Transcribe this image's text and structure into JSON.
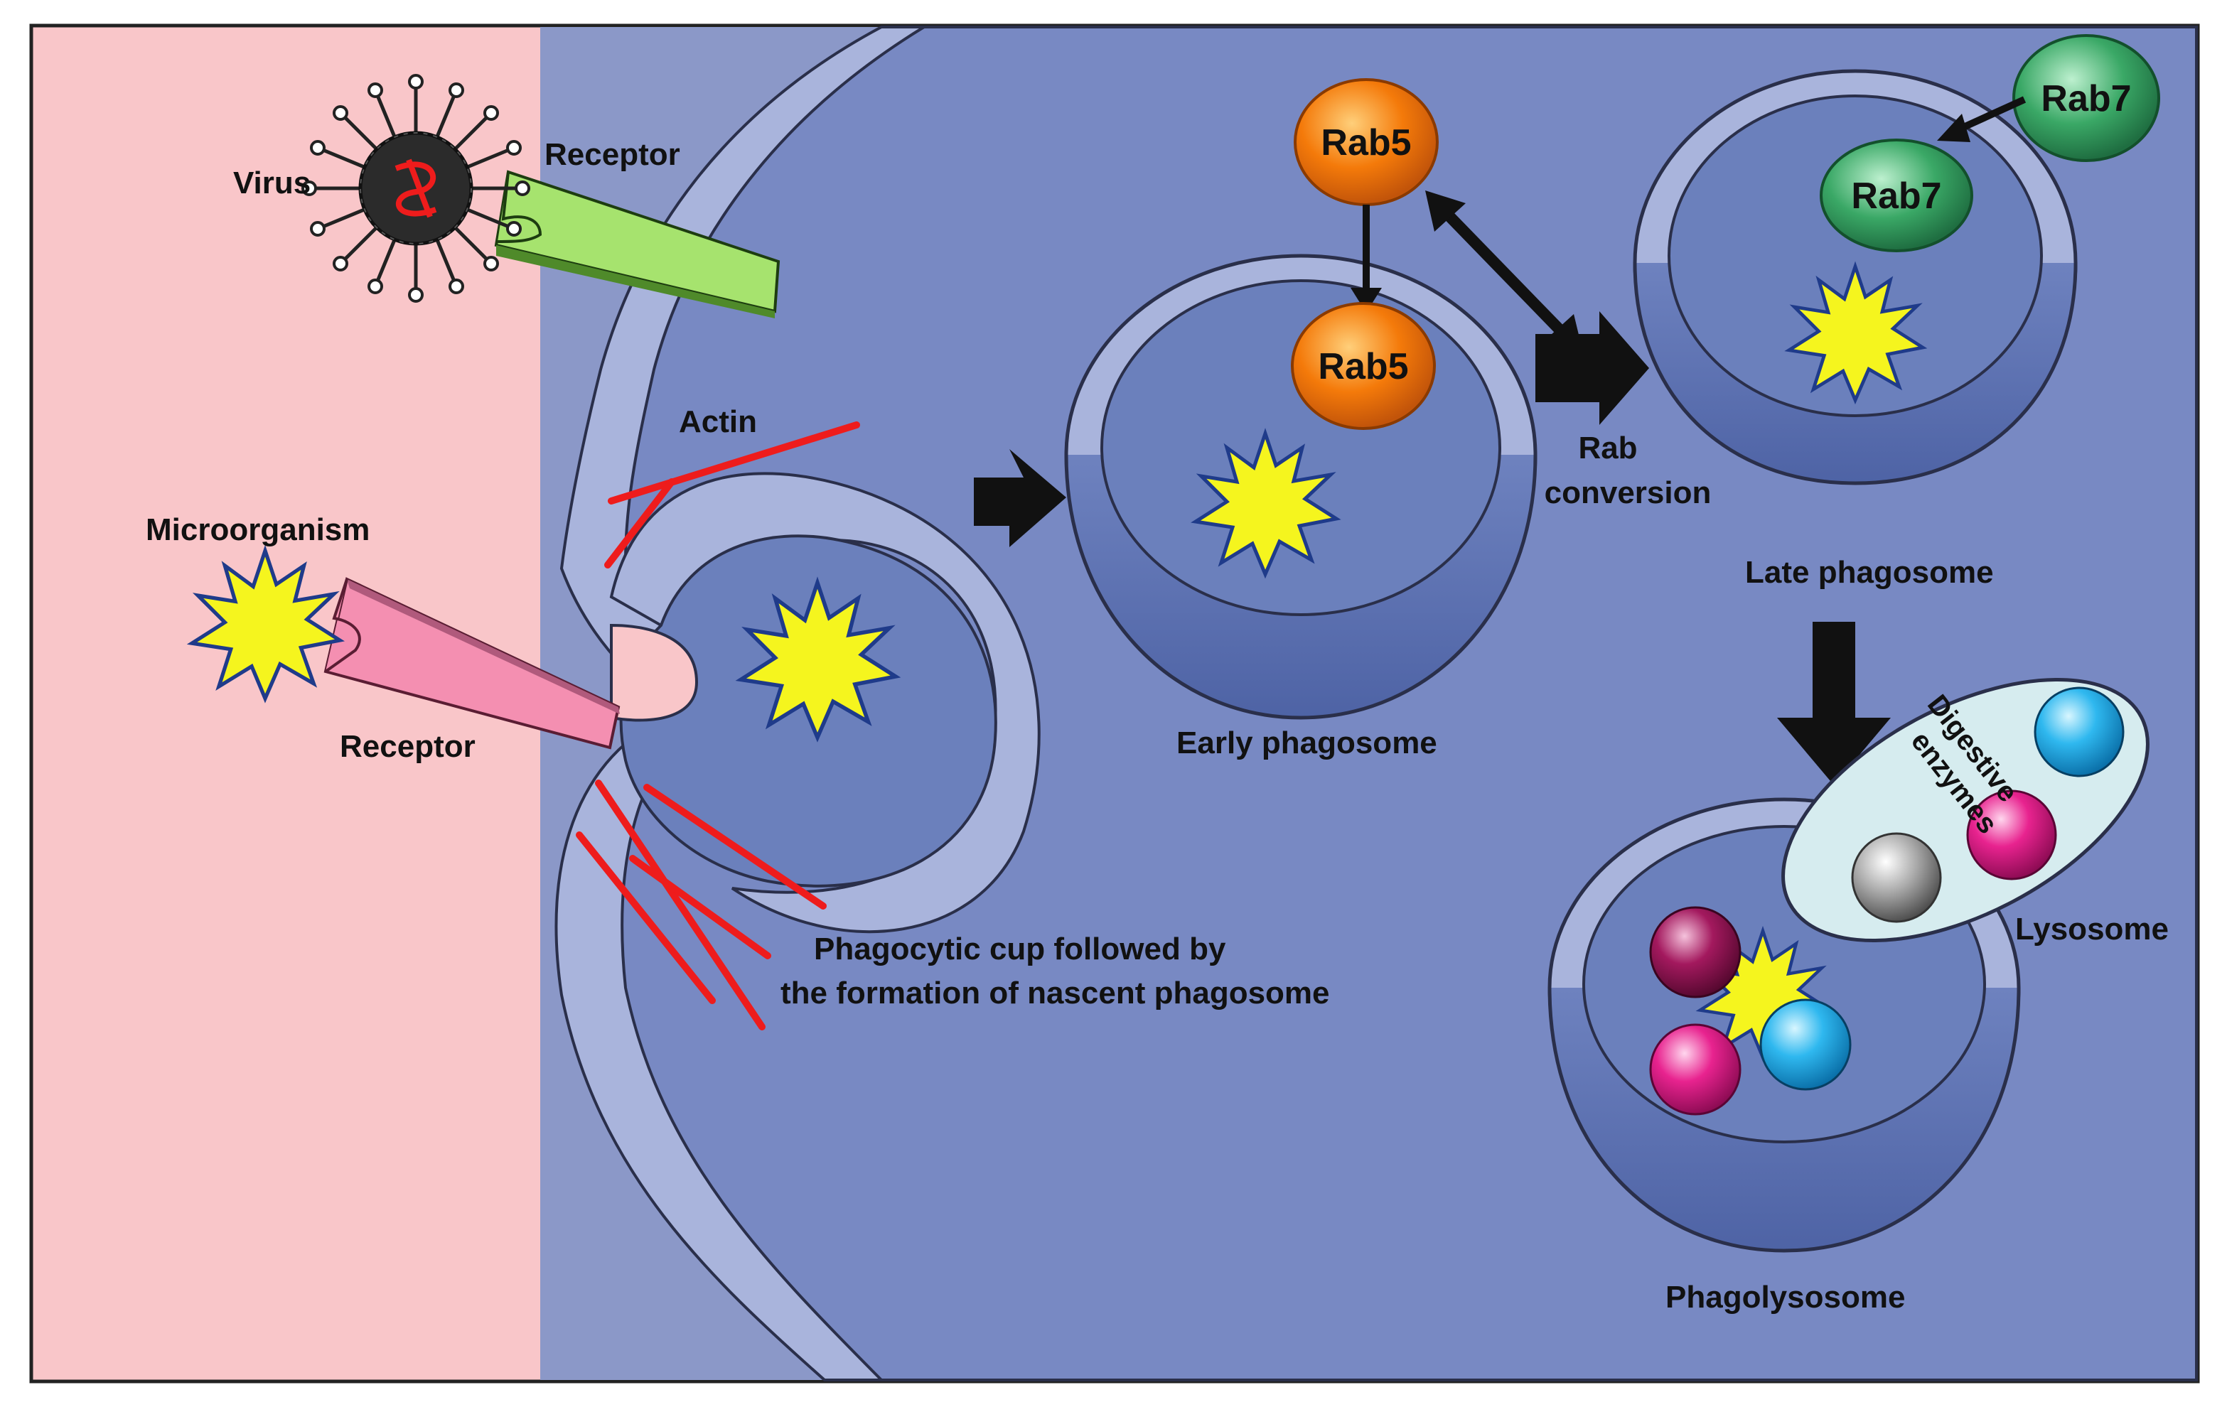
{
  "labels": {
    "virus": "Virus",
    "receptor_top": "Receptor",
    "microorganism": "Microorganism",
    "receptor_bottom": "Receptor",
    "actin": "Actin",
    "phagocytic_cup_line1": "Phagocytic cup followed by",
    "phagocytic_cup_line2": "the formation of nascent phagosome",
    "early_phagosome": "Early phagosome",
    "rab_conversion_line1": "Rab",
    "rab_conversion_line2": "conversion",
    "late_phagosome": "Late phagosome",
    "rab5_top": "Rab5",
    "rab5_bottom": "Rab5",
    "rab7_top": "Rab7",
    "rab7_inner": "Rab7",
    "digestive_line1": "Digestive",
    "digestive_line2": "enzymes",
    "lysosome": "Lysosome",
    "phagolysosome": "Phagolysosome"
  },
  "colors": {
    "extracellular": "#f9c6c9",
    "cytoplasm": "#8b98c8",
    "membrane": "#a9b4dc",
    "vesicle_lumen": "#6b80bc",
    "rab5": "#f47a0a",
    "rab7": "#2f9a5a",
    "actin": "#ee1c1c",
    "microorganism": "#f5f51e",
    "receptor_virus": "#a6e36e",
    "receptor_microbe": "#f48fb1",
    "lysosome": "#d6ecef"
  }
}
